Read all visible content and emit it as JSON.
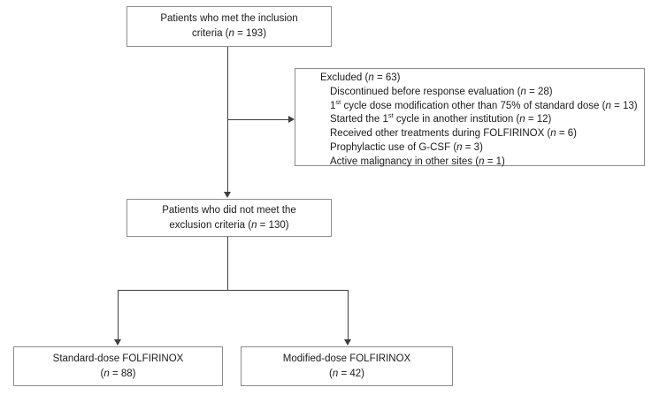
{
  "n_char": "n",
  "colors": {
    "box_border": "#8c8c8c",
    "connector": "#3f3f3f",
    "text": "#1a1a1a",
    "background": "#ffffff"
  },
  "boxes": {
    "inclusion": {
      "line1": "Patients who met the inclusion",
      "line2_pre": "criteria (",
      "line2_post": " = 193)"
    },
    "excluded": {
      "title_pre": "Excluded (",
      "title_post": " = 63)",
      "items": [
        {
          "pre": "Discontinued before response evaluation (",
          "sup": "",
          "mid": "",
          "post": " = 28)"
        },
        {
          "pre": "1",
          "sup": "st",
          "mid": " cycle dose modification other than 75% of standard dose (",
          "post": " = 13)"
        },
        {
          "pre": "Started the 1",
          "sup": "st",
          "mid": " cycle in another institution (",
          "post": " = 12)"
        },
        {
          "pre": "Received other treatments during FOLFIRINOX (",
          "sup": "",
          "mid": "",
          "post": " = 6)"
        },
        {
          "pre": "Prophylactic use of G-CSF (",
          "sup": "",
          "mid": "",
          "post": " = 3)"
        },
        {
          "pre": "Active malignancy in other sites (",
          "sup": "",
          "mid": "",
          "post": " = 1)"
        }
      ]
    },
    "eligible": {
      "line1": "Patients who did not meet the",
      "line2_pre": "exclusion criteria (",
      "line2_post": " = 130)"
    },
    "standard": {
      "line1": "Standard-dose FOLFIRINOX",
      "line2_pre": "(",
      "line2_post": " = 88)"
    },
    "modified": {
      "line1": "Modified-dose FOLFIRINOX",
      "line2_pre": "(",
      "line2_post": " = 42)"
    }
  }
}
